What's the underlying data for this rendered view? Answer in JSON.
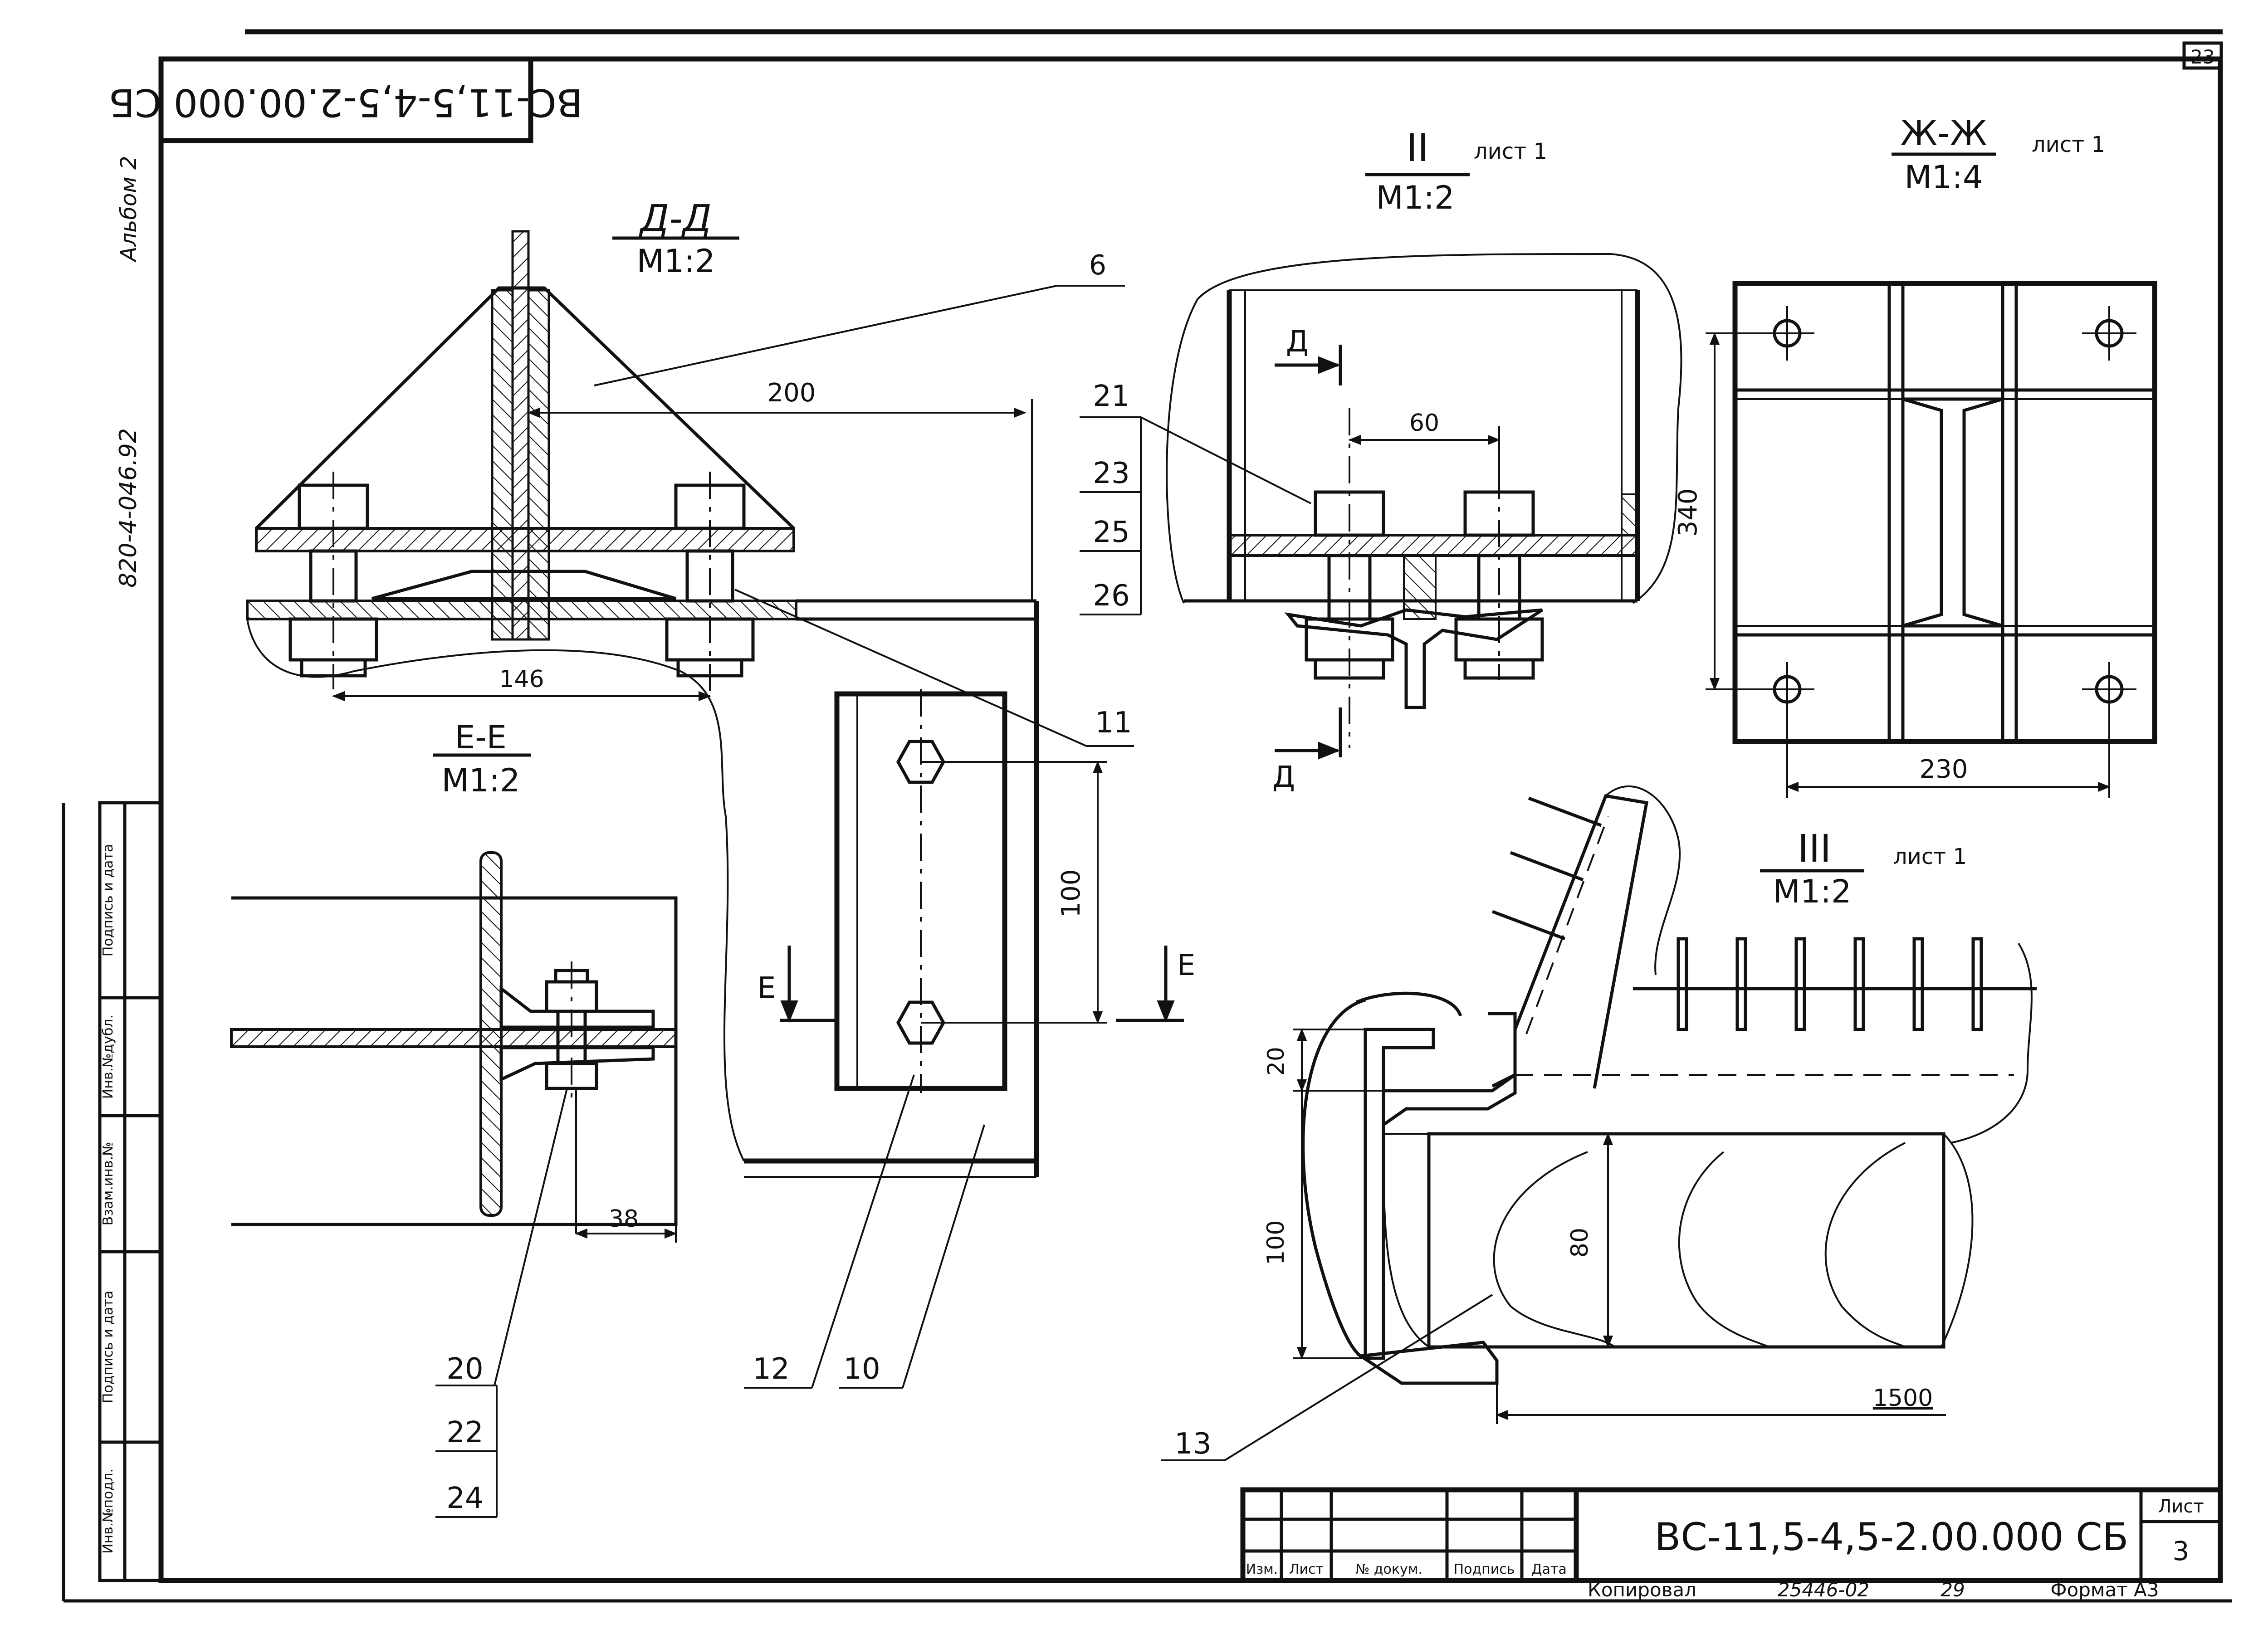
{
  "sheet_corner_number": "23",
  "stamp_top": "ВС-11,5-4,5-2.00.000 СБ",
  "album_label": "Альбом 2",
  "album_code": "820-4-046.92",
  "left_strip_labels": [
    "Инв.№подл.",
    "Подпись и дата",
    "Взам.инв.№",
    "Инв.№дубл.",
    "Подпись и дата"
  ],
  "views": {
    "dd": {
      "title": "Д-Д",
      "scale": "М1:2"
    },
    "ee": {
      "title": "Е-Е",
      "scale": "М1:2"
    },
    "ii": {
      "title": "II",
      "scale": "М1:2",
      "ref": "лист 1"
    },
    "zhzh": {
      "title": "Ж-Ж",
      "scale": "М1:4",
      "ref": "лист 1"
    },
    "iii": {
      "title": "III",
      "scale": "М1:2",
      "ref": "лист 1"
    }
  },
  "dimensions": {
    "d200": "200",
    "d146": "146",
    "d100a": "100",
    "d38": "38",
    "d60": "60",
    "d340": "340",
    "d230": "230",
    "d20": "20",
    "d100b": "100",
    "d80": "80",
    "d1500": "1500"
  },
  "callouts": {
    "c6": "6",
    "c11": "11",
    "c12": "12",
    "c10": "10",
    "c13": "13",
    "c21": "21",
    "c23": "23",
    "c25": "25",
    "c26": "26",
    "c20": "20",
    "c22": "22",
    "c24": "24"
  },
  "section_marks": {
    "d_upper": "Д",
    "d_lower": "Д",
    "e_left": "Е",
    "e_right": "Е"
  },
  "title_block": {
    "designation": "ВС-11,5-4,5-2.00.000 СБ",
    "sheet_label": "Лист",
    "sheet_number": "3",
    "columns": [
      "Изм.",
      "Лист",
      "№ докум.",
      "Подпись",
      "Дата"
    ],
    "copied_label": "Копировал",
    "order_number": "25446-02",
    "order_sheet": "29",
    "format_label": "Формат А3"
  }
}
